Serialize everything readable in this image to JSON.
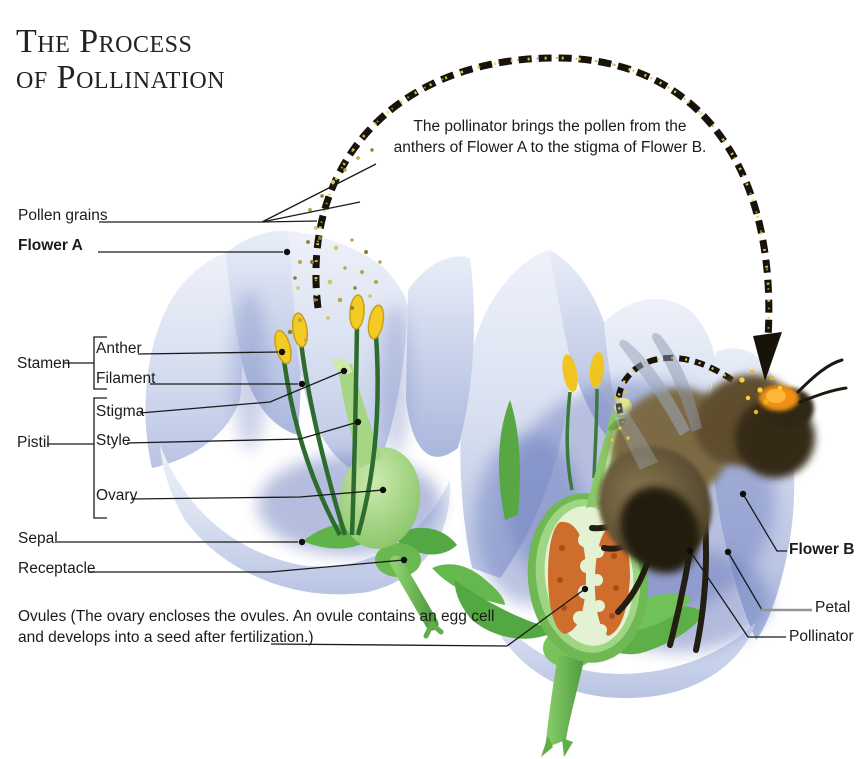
{
  "title": {
    "line1": "The Process",
    "line2": "of Pollination"
  },
  "callout": {
    "line1": "The pollinator brings the pollen from the",
    "line2": "anthers of Flower A to the stigma of Flower B."
  },
  "labels": {
    "pollen_grains": "Pollen grains",
    "flower_a": "Flower A",
    "stamen": "Stamen",
    "anther": "Anther",
    "filament": "Filament",
    "pistil": "Pistil",
    "stigma": "Stigma",
    "style": "Style",
    "ovary": "Ovary",
    "sepal": "Sepal",
    "receptacle": "Receptacle",
    "flower_b": "Flower B",
    "petal": "Petal",
    "pollinator": "Pollinator",
    "ovules_line1": "Ovules (The ovary encloses the ovules.  An ovule contains an egg cell",
    "ovules_line2": "and develops into a seed after fertilization.)"
  },
  "colors": {
    "background": "#ffffff",
    "title_text": "#27211d",
    "label_text": "#1b1b1b",
    "leader_line": "#1a1a1a",
    "petal_light": "#dde4f3",
    "petal_shadow": "#7584c2",
    "leaf_green": "#5cb24a",
    "pistil_green": "#9ed684",
    "anther_yellow": "#f2c81f",
    "ovule_orange": "#cf6e2c",
    "pollen_yellow": "#e0d14c",
    "arc_black": "#17130a",
    "bee_brown": "#5e4e2e",
    "bee_pollen_orange": "#f09019",
    "petal_leader_gray": "#949494"
  }
}
